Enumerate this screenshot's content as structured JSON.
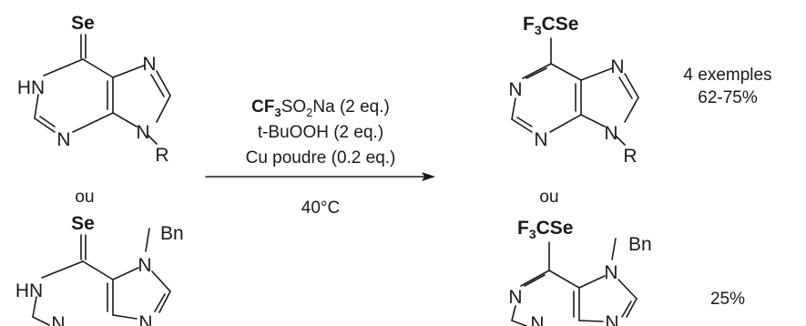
{
  "reactant_top": {
    "se": "Se",
    "nh": "HN",
    "n_ring": "N",
    "n_imid": "N",
    "n_r": "N",
    "r": "R"
  },
  "reactant_bottom": {
    "se": "Se",
    "bn": "Bn",
    "nh": "HN",
    "n_ring": "N",
    "n_imid": "N",
    "n_bn": "N"
  },
  "product_top": {
    "group": {
      "f": "F",
      "sub3": "3",
      "cse": "CSe"
    },
    "n_left": "N",
    "n_ring": "N",
    "n_imid": "N",
    "n_r": "N",
    "r": "R"
  },
  "product_bottom": {
    "group": {
      "f": "F",
      "sub3": "3",
      "cse": "CSe"
    },
    "bn": "Bn",
    "n_left": "N",
    "n_ring": "N",
    "n_imid": "N",
    "n_bn": "N"
  },
  "or_left": "ou",
  "or_right": "ou",
  "conditions": {
    "reagent": {
      "cf": "CF",
      "sub3": "3",
      "rest": "SO",
      "sub2": "2",
      "tail": "Na (2 eq.)"
    },
    "oxidant": "t-BuOOH (2 eq.)",
    "catalyst": "Cu poudre (0.2 eq.)",
    "temperature": "40°C"
  },
  "yield_top": {
    "line1": "4 exemples",
    "line2": "62-75%"
  },
  "yield_bottom": "25%"
}
